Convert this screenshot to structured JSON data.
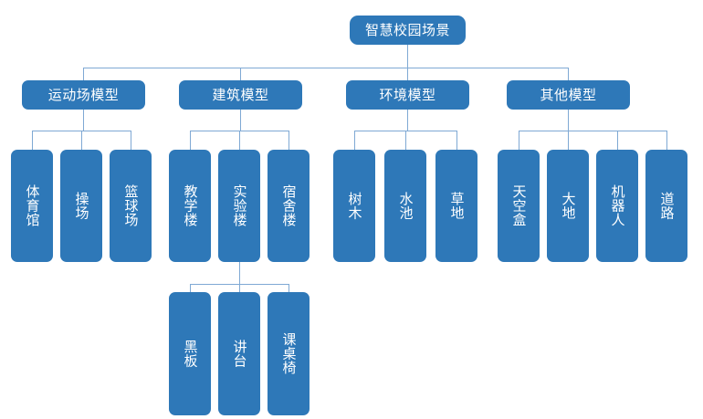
{
  "diagram": {
    "type": "organization-tree",
    "title": "智慧校园场景",
    "colors": {
      "node_fill": "#2E78B8",
      "node_text": "#FFFFFF",
      "connector": "#7FA9D4",
      "background": "#FFFFFF"
    },
    "root": {
      "label": "智慧校园场景"
    },
    "level2": [
      {
        "label": "运动场模型"
      },
      {
        "label": "建筑模型"
      },
      {
        "label": "环境模型"
      },
      {
        "label": "其他模型"
      }
    ],
    "level3": {
      "sports": [
        {
          "label": "体育馆"
        },
        {
          "label": "操场"
        },
        {
          "label": "篮球场"
        }
      ],
      "buildings": [
        {
          "label": "教学楼"
        },
        {
          "label": "实验楼"
        },
        {
          "label": "宿舍楼"
        }
      ],
      "environment": [
        {
          "label": "树木"
        },
        {
          "label": "水池"
        },
        {
          "label": "草地"
        }
      ],
      "other": [
        {
          "label": "天空盒"
        },
        {
          "label": "大地"
        },
        {
          "label": "机器人"
        },
        {
          "label": "道路"
        }
      ]
    },
    "level4": {
      "parent": "实验楼",
      "items": [
        {
          "label": "黑板"
        },
        {
          "label": "讲台"
        },
        {
          "label": "课桌椅"
        }
      ]
    }
  }
}
